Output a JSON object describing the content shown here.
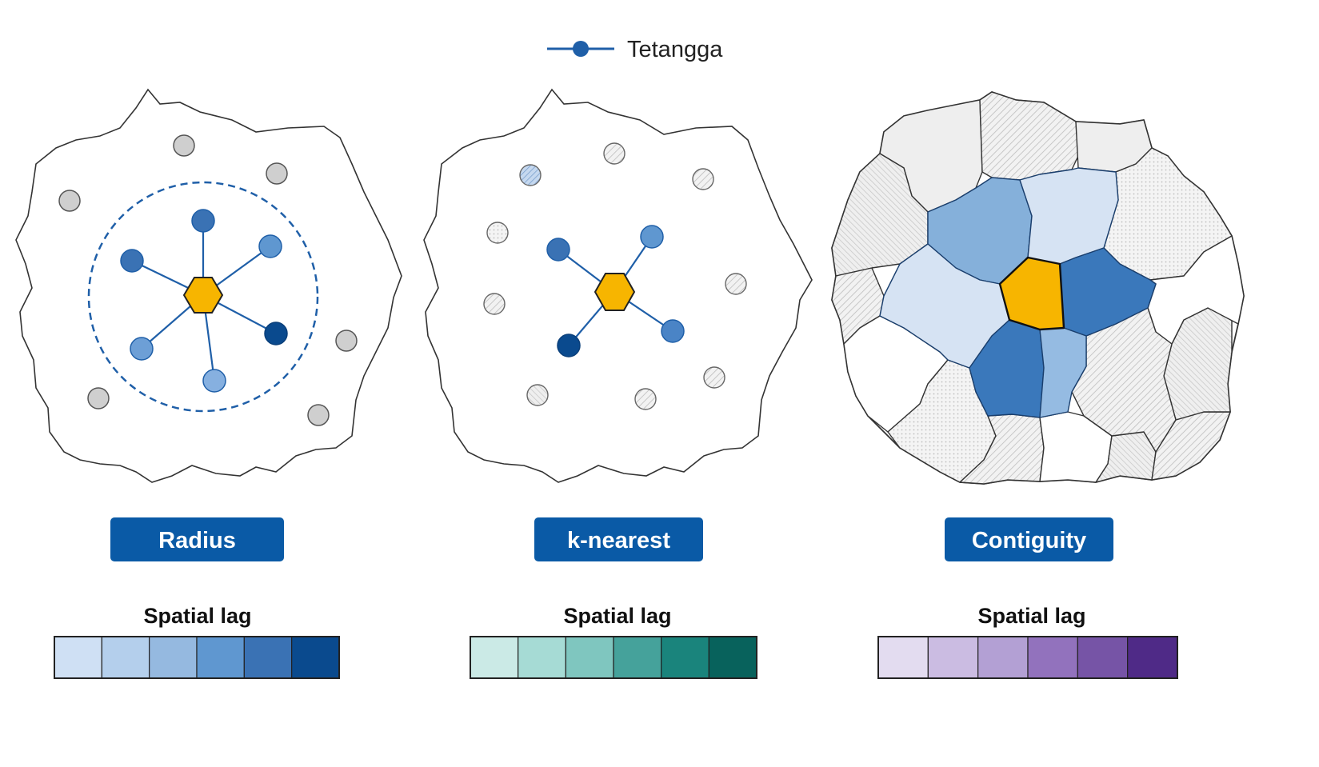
{
  "legend": {
    "label": "Tetangga",
    "line_color": "#1f5fa8"
  },
  "colors": {
    "focal": "#f7b500",
    "neighbor_line": "#1f5fa8",
    "button_bg": "#0a5aa6",
    "non_neighbor": "#cfcfcf"
  },
  "panels": [
    {
      "id": "radius",
      "button_label": "Radius",
      "lag_title": "Spatial lag",
      "scale_colors": [
        "#cfe0f4",
        "#b4cfec",
        "#95b9e0",
        "#5f97d0",
        "#3a72b4",
        "#0a4a8e"
      ]
    },
    {
      "id": "knearest",
      "button_label": "k-nearest",
      "lag_title": "Spatial lag",
      "scale_colors": [
        "#cbeae6",
        "#a6dbd5",
        "#7fc6bf",
        "#45a29b",
        "#1a847c",
        "#08625c"
      ]
    },
    {
      "id": "contiguity",
      "button_label": "Contiguity",
      "lag_title": "Spatial lag",
      "scale_colors": [
        "#e3dcf0",
        "#cbbce2",
        "#b3a0d4",
        "#9272bd",
        "#7654a6",
        "#4f2a87"
      ]
    }
  ]
}
